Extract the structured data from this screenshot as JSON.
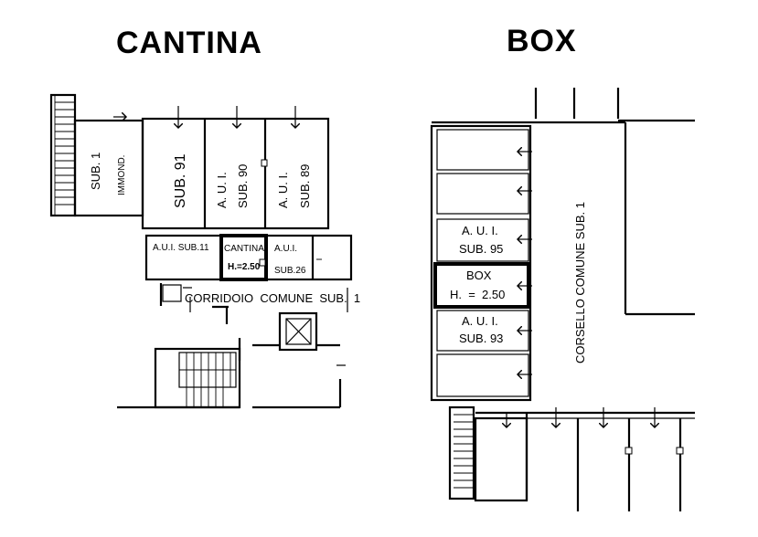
{
  "titles": {
    "cantina": "CANTINA",
    "box": "BOX"
  },
  "cantina_plan": {
    "immond": {
      "sub": "SUB. 1",
      "type": "IMMOND."
    },
    "sub91": "SUB. 91",
    "sub90": {
      "aui": "A. U. I.",
      "sub": "SUB. 90"
    },
    "sub89": {
      "aui": "A. U. I.",
      "sub": "SUB. 89"
    },
    "aui_sub11": "A.U.I. SUB.11",
    "cantina_unit": {
      "label": "CANTINA",
      "height": "H.=2.50"
    },
    "aui_sub26": {
      "aui": "A.U.I.",
      "sub": "SUB.26"
    },
    "corridor": "CORRIDOIO  COMUNE  SUB.  1"
  },
  "box_plan": {
    "sub95": {
      "aui": "A. U. I.",
      "sub": "SUB. 95"
    },
    "box_unit": {
      "label": "BOX",
      "height": "H.  =  2.50"
    },
    "sub93": {
      "aui": "A. U. I.",
      "sub": "SUB. 93"
    },
    "corsello": "CORSELLO COMUNE SUB. 1"
  }
}
